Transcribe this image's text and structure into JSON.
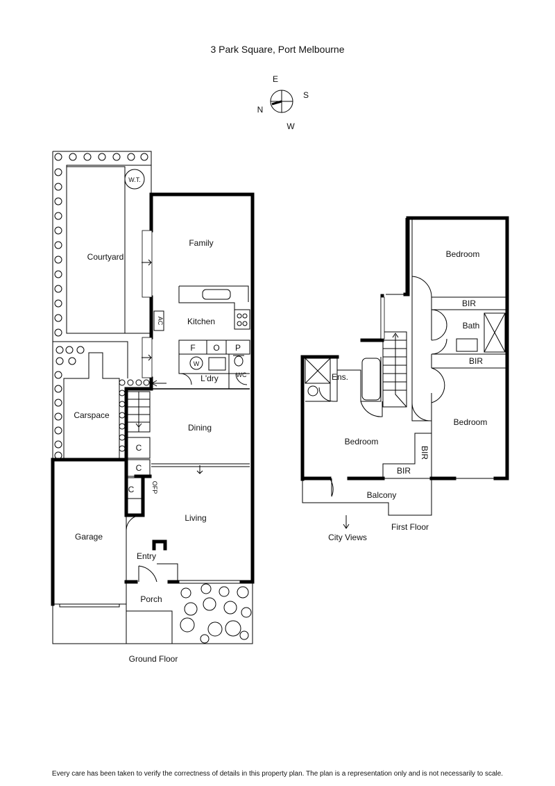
{
  "title": "3 Park Square, Port Melbourne",
  "compass": {
    "e": "E",
    "s": "S",
    "n": "N",
    "w": "W"
  },
  "ground_floor": {
    "label": "Ground Floor",
    "rooms": {
      "wt": "W.T.",
      "courtyard": "Courtyard",
      "family": "Family",
      "kitchen": "Kitchen",
      "ac": "AC",
      "f": "F",
      "o": "O",
      "p": "P",
      "w": "W",
      "laundry": "L'dry",
      "wc": "WC",
      "carspace": "Carspace",
      "dining": "Dining",
      "c1": "C",
      "c2": "C",
      "c3": "C",
      "ofp": "OFP",
      "living": "Living",
      "garage": "Garage",
      "entry": "Entry",
      "porch": "Porch"
    }
  },
  "first_floor": {
    "label": "First Floor",
    "rooms": {
      "bedroom_top": "Bedroom",
      "bir_top": "BIR",
      "bath": "Bath",
      "bir_mid": "BIR",
      "ens": "Ens.",
      "bedroom_left": "Bedroom",
      "bedroom_right": "Bedroom",
      "bir_vertical": "BIR",
      "bir_bottom": "BIR",
      "balcony": "Balcony",
      "city_views": "City Views"
    }
  },
  "disclaimer": "Every care has been taken to verify the correctness of details in this property plan. The plan is a representation only and is not necessarily to scale."
}
